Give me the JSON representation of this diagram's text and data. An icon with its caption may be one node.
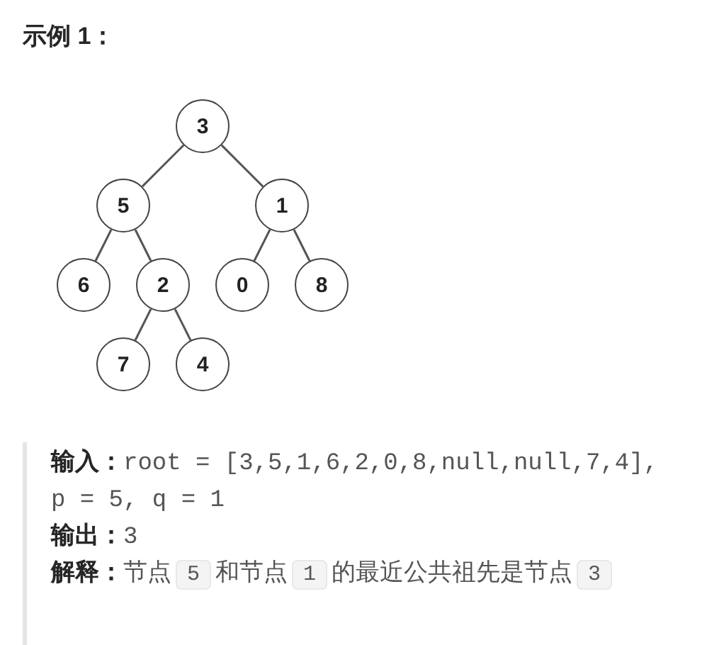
{
  "diagram": {
    "title": "示例 1：",
    "nodes": [
      {
        "text": [
          "3"
        ]
      },
      {
        "text": [
          "5"
        ]
      },
      {
        "text": [
          "1"
        ]
      },
      {
        "text": [
          "6"
        ]
      },
      {
        "text": [
          "2"
        ]
      },
      {
        "text": [
          "0"
        ]
      },
      {
        "text": [
          "8"
        ]
      },
      {
        "text": [
          "7"
        ]
      },
      {
        "text": [
          "4"
        ]
      }
    ],
    "edges": [
      {
        "from": 0,
        "to": 1,
        "arrow": "none"
      },
      {
        "from": 0,
        "to": 2,
        "arrow": "none"
      },
      {
        "from": 1,
        "to": 3,
        "arrow": "none"
      },
      {
        "from": 1,
        "to": 4,
        "arrow": "none"
      },
      {
        "from": 2,
        "to": 5,
        "arrow": "none"
      },
      {
        "from": 2,
        "to": 6,
        "arrow": "none"
      },
      {
        "from": 4,
        "to": 7,
        "arrow": "none"
      },
      {
        "from": 4,
        "to": 8,
        "arrow": "none"
      }
    ],
    "labels": [
      "输入：",
      "root = [3,5,1,6,2,0,8,null,null,7,4], p = 5, q = 1",
      "输出：",
      "3",
      "解释：",
      "节点",
      "5",
      "和节点",
      "1",
      "的最近公共祖先是节点",
      "3"
    ]
  }
}
